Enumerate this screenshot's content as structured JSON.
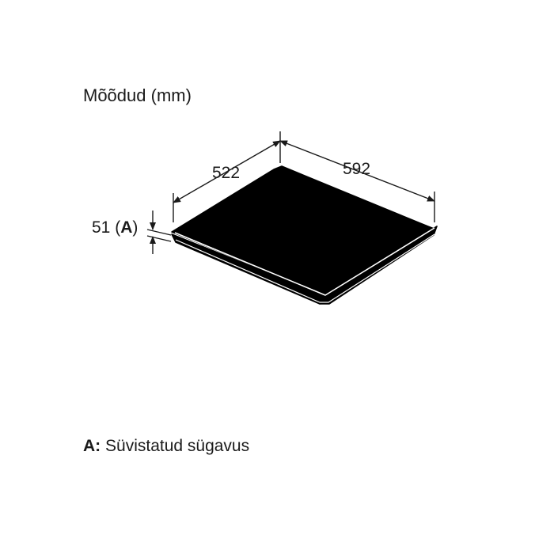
{
  "title": "Mõõdud (mm)",
  "dimensions": {
    "depth": "522",
    "width": "592",
    "height_prefix": "51 (",
    "height_marker": "A",
    "height_suffix": ")"
  },
  "legend": {
    "key": "A:",
    "text": " Süvistatud sügavus"
  }
}
